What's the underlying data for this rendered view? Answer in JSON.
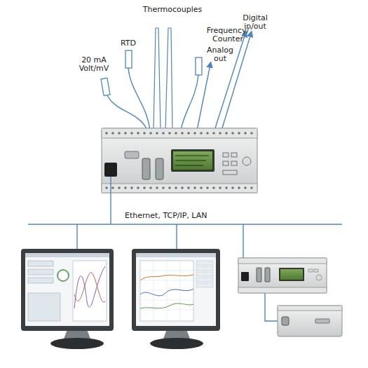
{
  "diagram": {
    "labels": [
      "20 mA Volt/mV",
      "RTD",
      "Thermocouples",
      "Frequency/ Counter",
      "Analog out",
      "Digital in/out",
      "Ethernet, TCP/IP, LAN"
    ]
  }
}
